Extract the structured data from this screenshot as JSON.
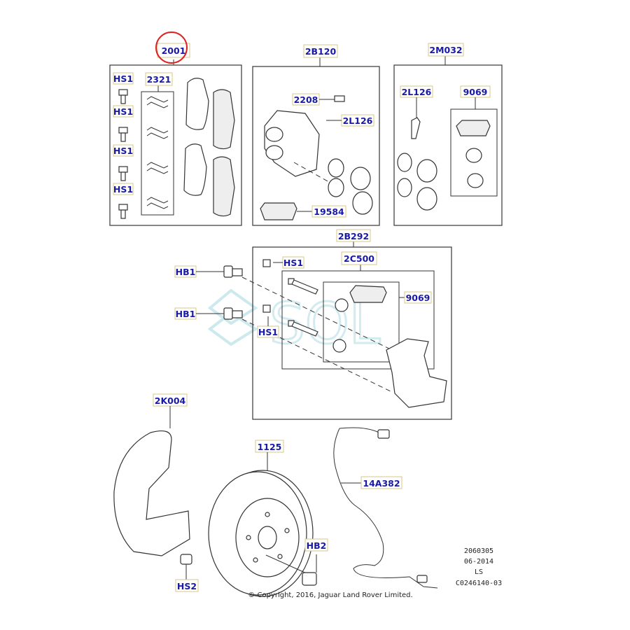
{
  "callouts": {
    "c2001": "2001",
    "c2321": "2321",
    "hs1_a": "HS1",
    "hs1_b": "HS1",
    "hs1_c": "HS1",
    "hs1_d": "HS1",
    "c2b120": "2B120",
    "c2208": "2208",
    "c2l126_a": "2L126",
    "c19584": "19584",
    "c2m032": "2M032",
    "c2l126_b": "2L126",
    "c9069_a": "9069",
    "c2b292": "2B292",
    "hb1_a": "HB1",
    "hb1_b": "HB1",
    "hs1_e": "HS1",
    "hs1_f": "HS1",
    "c2c500": "2C500",
    "c9069_b": "9069",
    "c2k004": "2K004",
    "c1125": "1125",
    "c14a382": "14A382",
    "hb2": "HB2",
    "hs2": "HS2"
  },
  "highlight_color": "#e02020",
  "callout_color": "#1a1aa8",
  "reference": {
    "line1": "2060305",
    "line2": "06-2014",
    "line3": "LS",
    "line4": "C0246140-03"
  },
  "copyright": "© Copyright, 2016, Jaguar Land Rover Limited.",
  "watermark": "SOL"
}
